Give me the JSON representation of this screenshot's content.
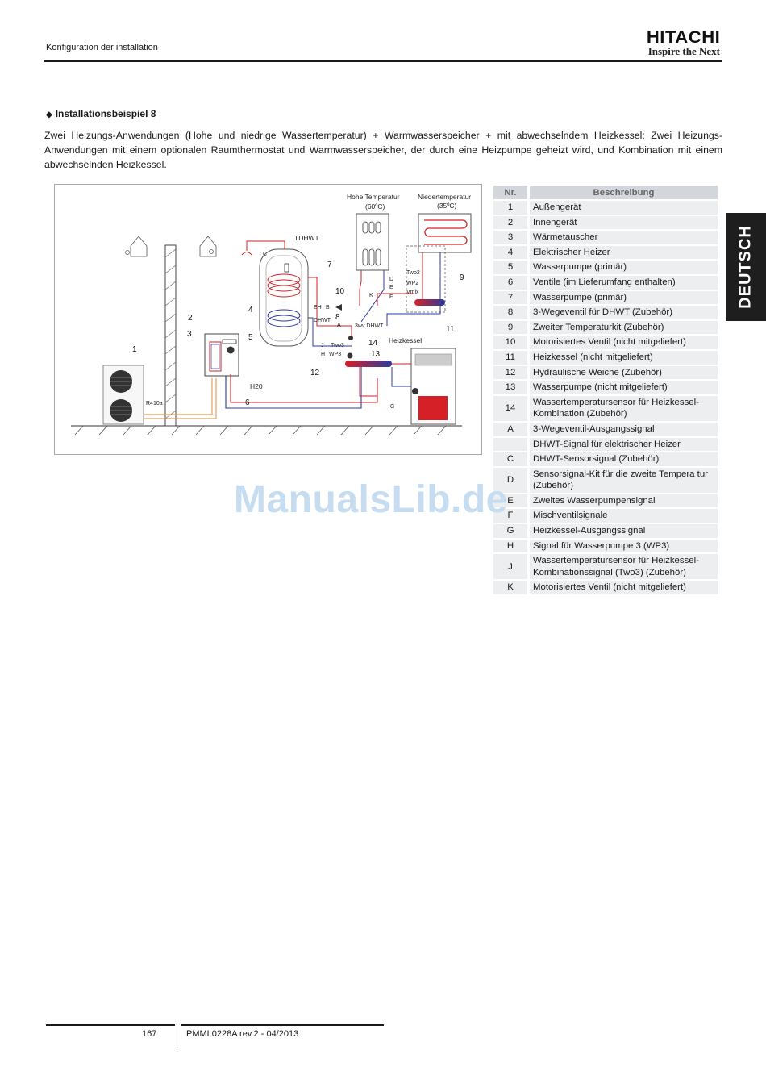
{
  "header": {
    "title": "Konfiguration der installation",
    "logo_brand": "HITACHI",
    "logo_tagline": "Inspire the Next"
  },
  "section": {
    "bullet": "◆",
    "heading": "Installationsbeispiel 8",
    "intro": "Zwei Heizungs-Anwendungen (Hohe und niedrige Wassertemperatur) + Warmwasserspeicher + mit abwechselndem Heizkessel: Zwei Heizungs-Anwendungen mit einem optionalen Raumthermostat und Warmwasserspeicher, der durch eine Heizpumpe geheizt wird, und Kombination mit einem abwechselnden Heizkessel."
  },
  "side_tab": "DEUTSCH",
  "diagram": {
    "labels": {
      "high_temp": "Hohe Temperatur",
      "high_temp_val": "(60ºC)",
      "low_temp": "Niedertemperatur",
      "low_temp_val": "(35ºC)",
      "tdhwt": "TDHWT",
      "boiler": "Heizkessel",
      "r410a": "R410a",
      "h20": "H20",
      "eh": "EH",
      "b": "B",
      "dhwt": "DHWT",
      "three_wv": "3wv DHWT",
      "j": "J",
      "two3": "Two3",
      "h": "H",
      "wp3": "WP3",
      "c": "C",
      "a": "A",
      "k": "K",
      "d": "D",
      "e": "E",
      "f": "F",
      "g": "G",
      "two2": "Two2",
      "wp2": "WP2",
      "vmix": "Vmix"
    },
    "numbers": [
      "1",
      "2",
      "3",
      "4",
      "5",
      "6",
      "7",
      "8",
      "9",
      "10",
      "11",
      "12",
      "13",
      "14"
    ]
  },
  "legend": {
    "col_nr": "Nr.",
    "col_desc": "Beschreibung",
    "rows": [
      {
        "nr": "1",
        "desc": "Außengerät"
      },
      {
        "nr": "2",
        "desc": "Innengerät"
      },
      {
        "nr": "3",
        "desc": "Wärmetauscher"
      },
      {
        "nr": "4",
        "desc": "Elektrischer Heizer"
      },
      {
        "nr": "5",
        "desc": "Wasserpumpe (primär)"
      },
      {
        "nr": "6",
        "desc": "Ventile (im Lieferumfang enthalten)"
      },
      {
        "nr": "7",
        "desc": "Wasserpumpe (primär)"
      },
      {
        "nr": "8",
        "desc": "3-Wegeventil für DHWT (Zubehör)"
      },
      {
        "nr": "9",
        "desc": "Zweiter Temperaturkit (Zubehör)"
      },
      {
        "nr": "10",
        "desc": "Motorisiertes Ventil (nicht mitgeliefert)"
      },
      {
        "nr": "11",
        "desc": "Heizkessel (nicht mitgeliefert)"
      },
      {
        "nr": "12",
        "desc": "Hydraulische Weiche (Zubehör)"
      },
      {
        "nr": "13",
        "desc": "Wasserpumpe (nicht mitgeliefert)"
      },
      {
        "nr": "14",
        "desc": "Wassertemperatursensor für Heizkessel-Kombination (Zubehör)"
      },
      {
        "nr": "A",
        "desc": "3-Wegeventil-Ausgangssignal"
      },
      {
        "nr": "",
        "desc": "DHWT-Signal für elektrischer Heizer"
      },
      {
        "nr": "C",
        "desc": "DHWT-Sensorsignal (Zubehör)"
      },
      {
        "nr": "D",
        "desc": "Sensorsignal-Kit für die zweite Tempera tur (Zubehör)"
      },
      {
        "nr": "E",
        "desc": "Zweites Wasserpumpensignal"
      },
      {
        "nr": "F",
        "desc": "Mischventilsignale"
      },
      {
        "nr": "G",
        "desc": "Heizkessel-Ausgangssignal"
      },
      {
        "nr": "H",
        "desc": "Signal für Wasserpumpe 3 (WP3)"
      },
      {
        "nr": "J",
        "desc": "Wassertemperatursensor für Heizkessel-Kombinationssignal (Two3) (Zubehör)"
      },
      {
        "nr": "K",
        "desc": "Motorisiertes Ventil (nicht mitgeliefert)"
      }
    ]
  },
  "watermark": "ManualsLib.de",
  "footer": {
    "page_number": "167",
    "doc_ref": "PMML0228A rev.2 - 04/2013"
  },
  "colors": {
    "hot_pipe": "#d62027",
    "cold_pipe": "#2b3a9c",
    "table_header": "#d3d6db",
    "table_row": "#eceef0",
    "side_tab": "#1e1e1e"
  }
}
